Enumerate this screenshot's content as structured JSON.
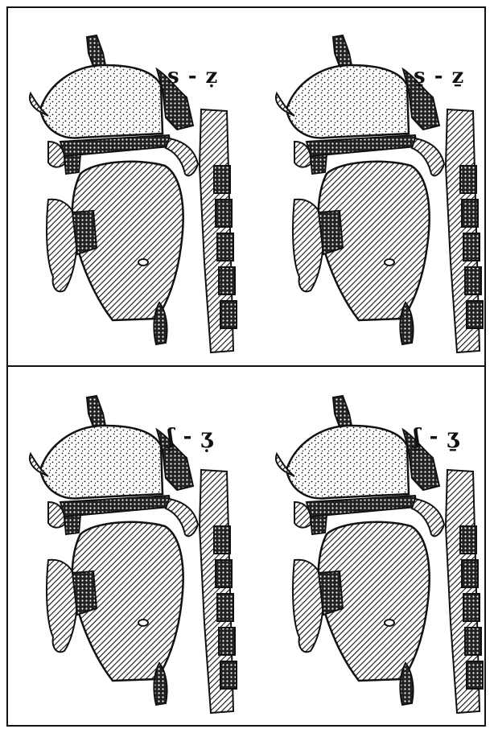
{
  "panels": [
    {
      "label": "ṣ - ẓ"
    },
    {
      "label": "s̱ - ẕ"
    },
    {
      "label": "ʃ̣ - ʒ̣"
    },
    {
      "label": "ʃ̱ - ʒ̱"
    }
  ],
  "colors": {
    "ink": "#111111",
    "background": "#ffffff"
  }
}
